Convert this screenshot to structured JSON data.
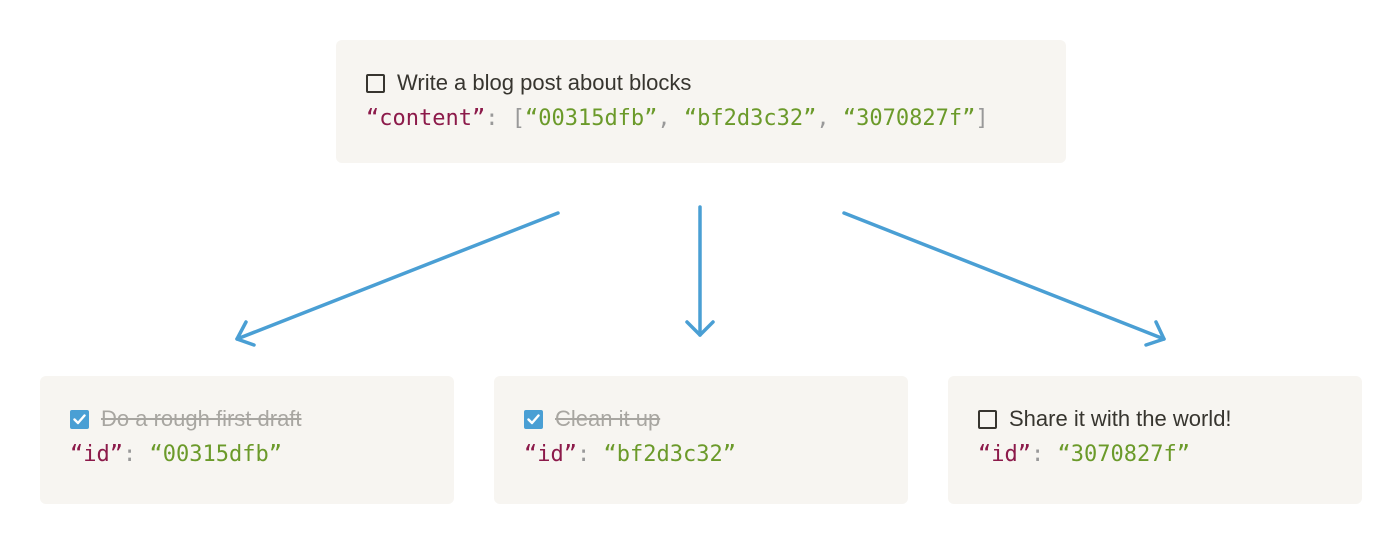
{
  "parent": {
    "task": {
      "checked": false,
      "label": "Write a blog post about blocks"
    },
    "code": {
      "key": "“content”",
      "colon": ": ",
      "open": "[",
      "items": [
        "“00315dfb”",
        "“bf2d3c32”",
        "“3070827f”"
      ],
      "sep": ", ",
      "close": "]"
    }
  },
  "children": [
    {
      "checked": true,
      "label": "Do a rough first draft",
      "key": "“id”",
      "colon": ": ",
      "value": "“00315dfb”"
    },
    {
      "checked": true,
      "label": "Clean it up",
      "key": "“id”",
      "colon": ": ",
      "value": "“bf2d3c32”"
    },
    {
      "checked": false,
      "label": "Share it with the world!",
      "key": "“id”",
      "colon": ": ",
      "value": "“3070827f”"
    }
  ],
  "colors": {
    "card_bg": "#f7f5f1",
    "arrow": "#4a9fd4",
    "checkbox_checked": "#4a9fd4",
    "key": "#8c1a4a",
    "string": "#6b9a2a",
    "punctuation": "#999999",
    "text": "#37352f",
    "text_done": "#a8a6a1"
  },
  "icons": [
    "checkbox-icon",
    "checkmark-icon",
    "arrow-icon"
  ]
}
